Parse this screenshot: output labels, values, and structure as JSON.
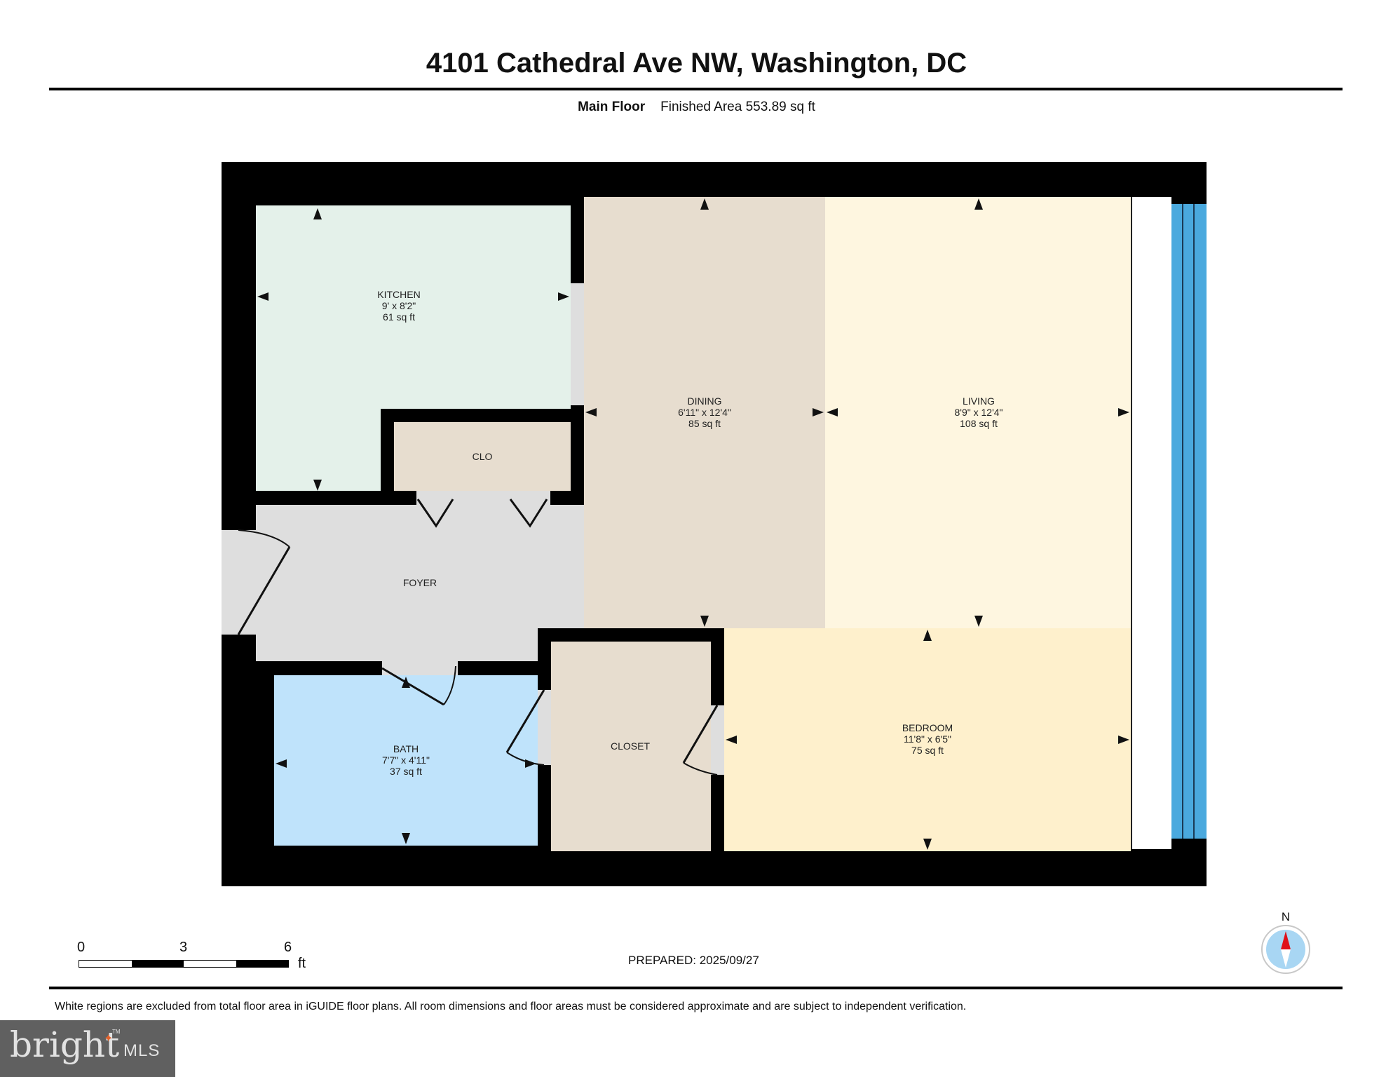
{
  "header": {
    "title": "4101 Cathedral Ave NW, Washington, DC",
    "floor_label": "Main Floor",
    "finished_area": "Finished Area 553.89 sq ft"
  },
  "rooms": {
    "kitchen": {
      "name": "KITCHEN",
      "dims": "9' x 8'2\"",
      "area": "61 sq ft",
      "color": "#e4f1ea"
    },
    "clo": {
      "name": "CLO",
      "color": "#e7ddcf"
    },
    "dining": {
      "name": "DINING",
      "dims": "6'11\" x 12'4\"",
      "area": "85 sq ft",
      "color": "#e7ddcf"
    },
    "living": {
      "name": "LIVING",
      "dims": "8'9\" x 12'4\"",
      "area": "108 sq ft",
      "color": "#fef6e0"
    },
    "foyer": {
      "name": "FOYER",
      "color": "#dedede"
    },
    "bath": {
      "name": "BATH",
      "dims": "7'7\" x 4'11\"",
      "area": "37 sq ft",
      "color": "#bfe3fb"
    },
    "closet": {
      "name": "CLOSET",
      "color": "#e7ddcf"
    },
    "bedroom": {
      "name": "BEDROOM",
      "dims": "11'8\" x 6'5\"",
      "area": "75 sq ft",
      "color": "#fef0cc"
    }
  },
  "colors": {
    "wall": "#000000",
    "window": "#4aa9de",
    "door_gap": "#dedede"
  },
  "scale_bar": {
    "ticks": [
      "0",
      "3",
      "6"
    ],
    "unit": "ft"
  },
  "prepared": "PREPARED: 2025/09/27",
  "compass": {
    "label": "N",
    "icon": "compass-icon"
  },
  "footer": {
    "disclaimer": "White regions are excluded from total floor area in iGUIDE floor plans. All room dimensions and floor areas must be considered approximate and are subject to independent verification."
  },
  "logo": {
    "brand": "bright",
    "suffix": "MLS",
    "tm": "TM"
  }
}
